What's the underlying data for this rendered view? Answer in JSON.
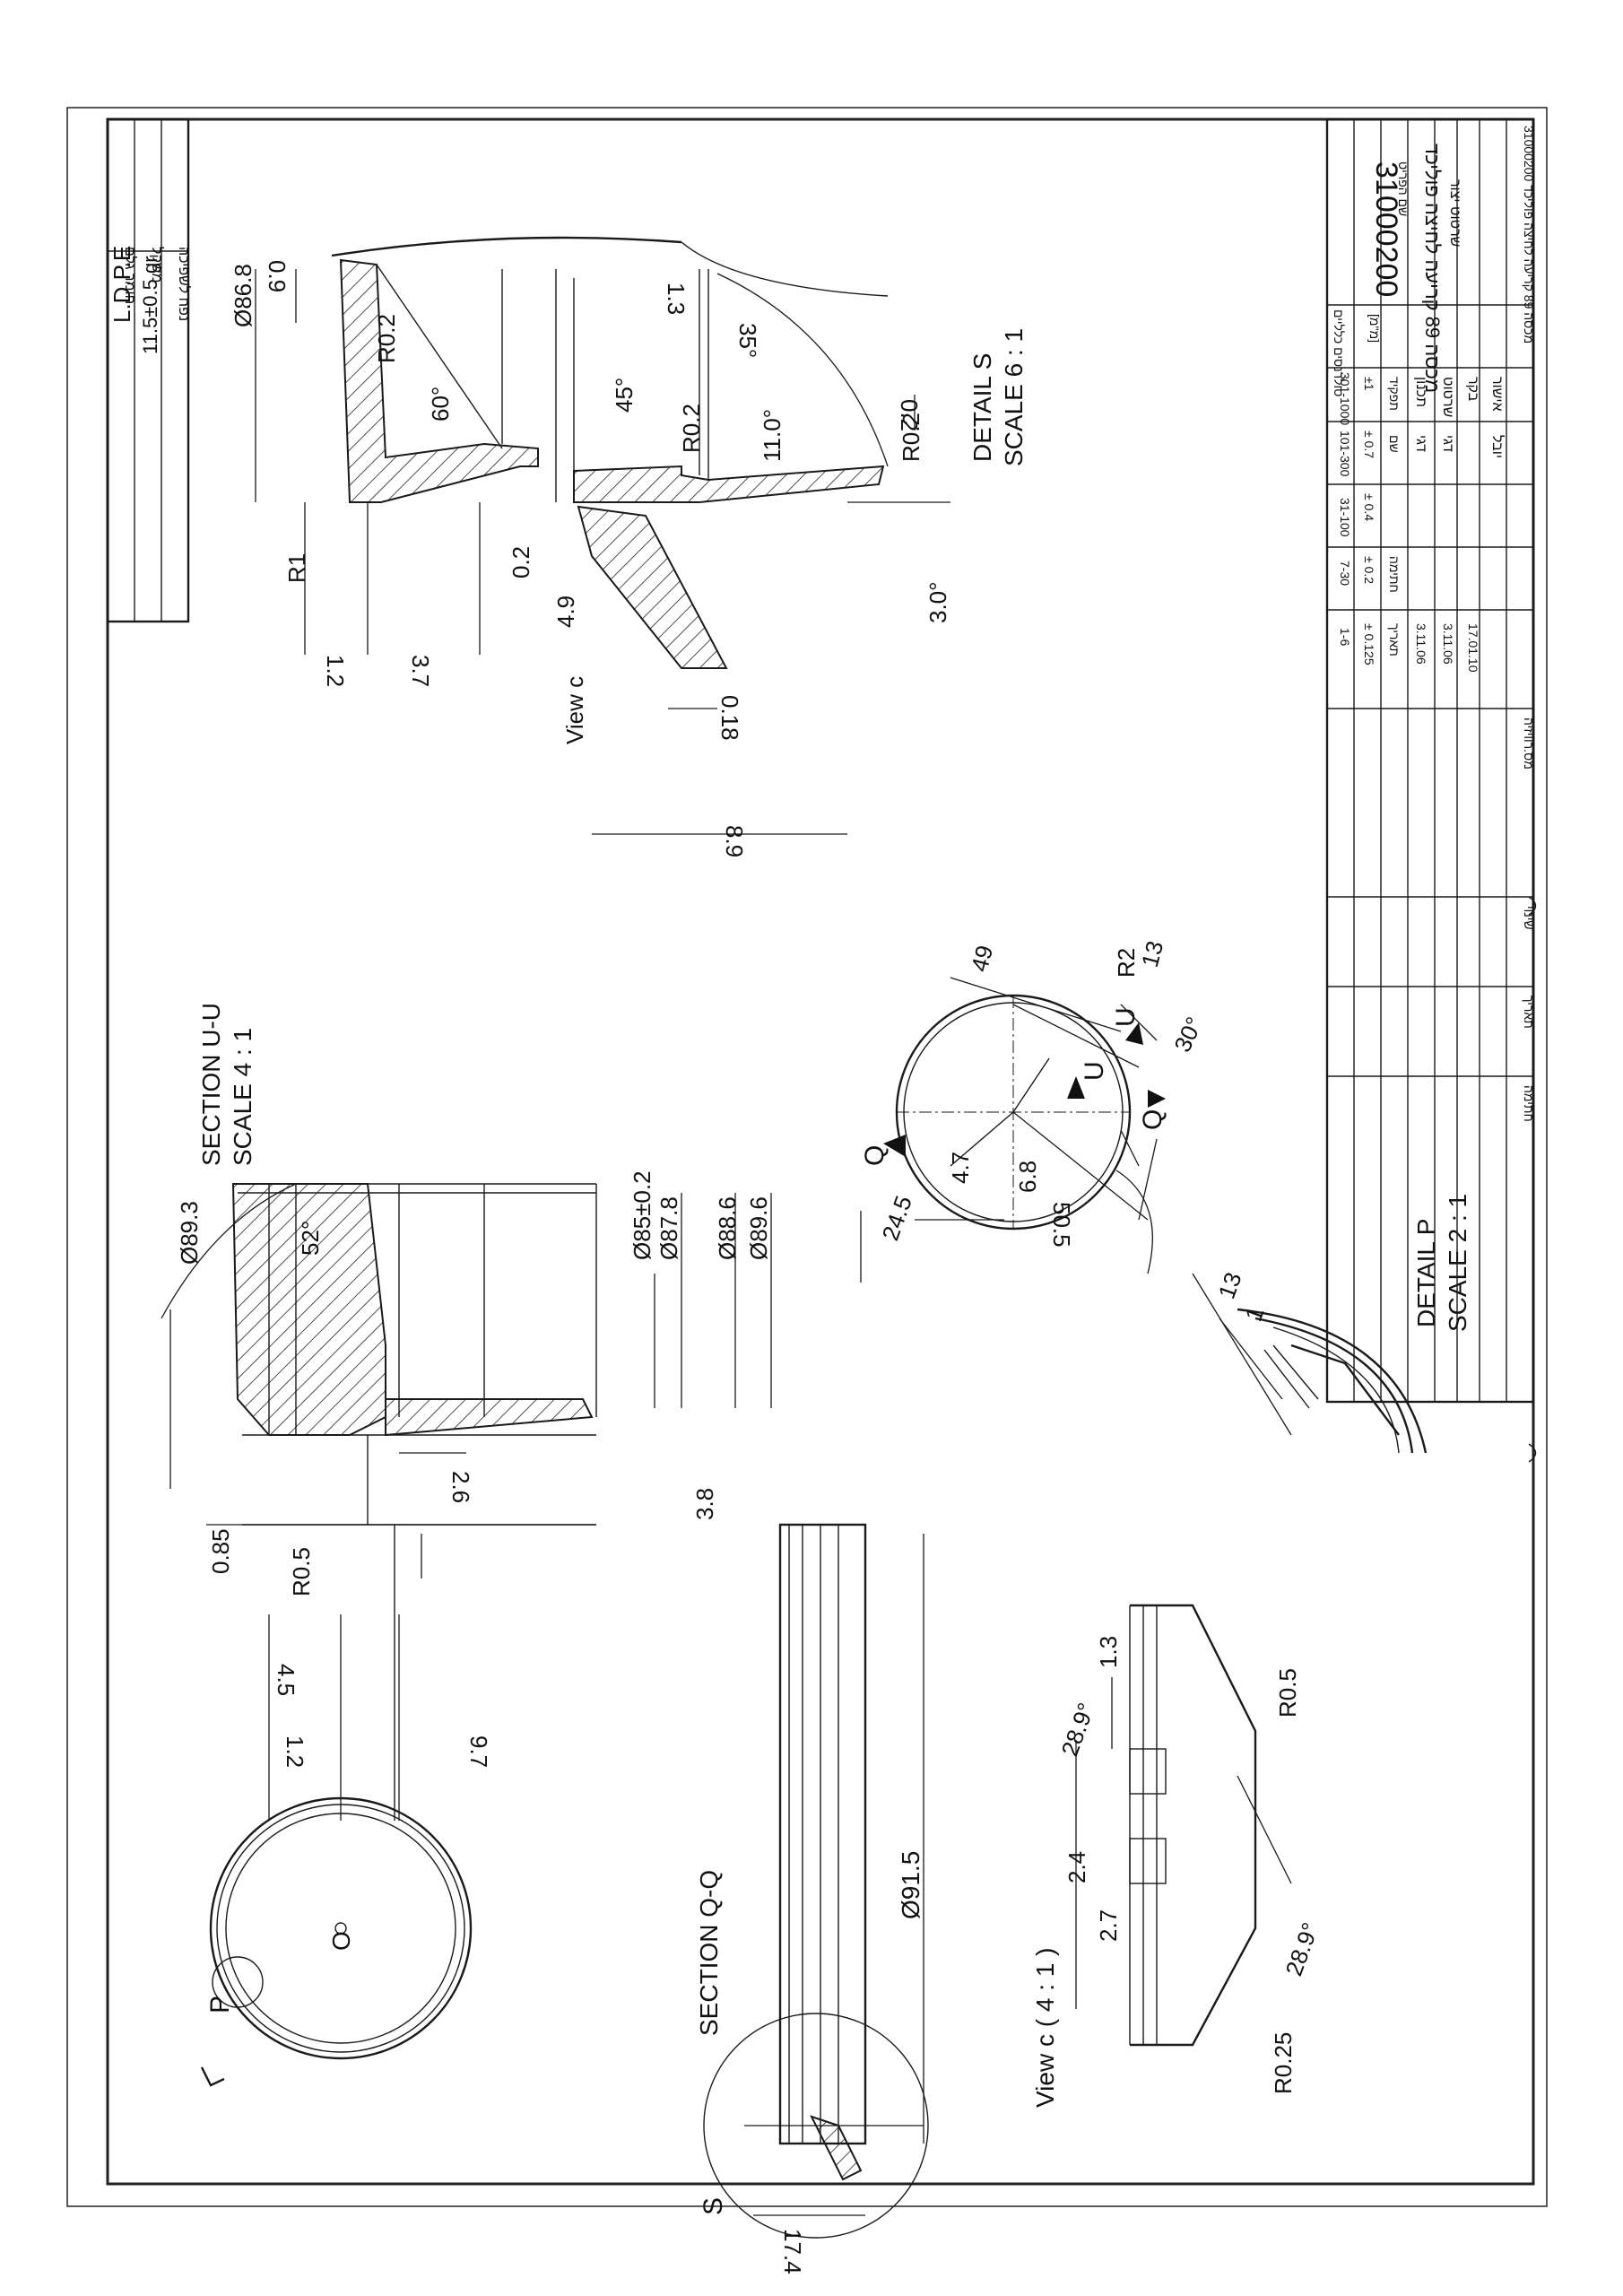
{
  "material_box": {
    "material_label": "חומר גלם",
    "weight_label": "משקל",
    "volume_label": "נפח לשפיכה",
    "material": "L.D.P.E",
    "weight": "11.5±0.5 gr"
  },
  "detail_s": {
    "title": "DETAIL S",
    "scale": "SCALE 6 : 1",
    "dims": {
      "d86_8": "Ø86.8",
      "d0_9": "0.9",
      "r0_2a": "R0.2",
      "a60": "60°",
      "a45": "45°",
      "r0_2b": "R0.2",
      "d1_3": "1.3",
      "a35": "35°",
      "a11": "11.0°",
      "d0_2b": "0.2",
      "r0_2c": "R0.2",
      "r1": "R1",
      "d0_2": "0.2",
      "d4_9": "4.9",
      "a3": "3.0°",
      "d1_2": "1.2",
      "d3_7": "3.7",
      "d0_18": "0.18",
      "d8_9": "8.9",
      "view_c": "View c"
    }
  },
  "section_uu": {
    "title": "SECTION U-U",
    "scale": "SCALE 4 : 1",
    "dims": {
      "d89_3": "Ø89.3",
      "a52": "52°",
      "d85": "Ø85±0.2",
      "d87_8": "Ø87.8",
      "d88_6": "Ø88.6",
      "d89_6": "Ø89.6",
      "d0_85": "0.85",
      "r0_5": "R0.5",
      "d2_6": "2.6",
      "d3_8": "3.8",
      "d4_5": "4.5",
      "d1_2": "1.2",
      "d9_7": "9.7"
    }
  },
  "top_view": {
    "dims": {
      "d49": "49",
      "r2": "R2",
      "d13": "13",
      "a30": "30°",
      "d24_5": "24.5",
      "d4_7": "4.7",
      "d6_8": "6.8",
      "d50_5": "50.5",
      "q": "Q",
      "u": "U"
    }
  },
  "section_qq": {
    "title": "SECTION Q-Q",
    "dims": {
      "d91_5": "Ø91.5",
      "d17_4": "17.4",
      "s": "S"
    }
  },
  "detail_p": {
    "title": "DETAIL P",
    "scale": "SCALE 2 : 1",
    "dims": {
      "d13": "13",
      "d1": "1"
    }
  },
  "view_c": {
    "title": "View c ( 4 : 1 )",
    "dims": {
      "a28_9a": "28.9°",
      "d1_3": "1.3",
      "r0_5": "R0.5",
      "d2_4": "2.4",
      "d2_7": "2.7",
      "a28_9b": "28.9°",
      "r0_25": "R0.25"
    }
  },
  "plan_view": {
    "label_p": "P",
    "label_o": "O"
  },
  "title_block": {
    "part_number": "31000200",
    "name_label": "שם הפריט",
    "part_name": "מכסה 89 קריעה לחיצה פוליכד",
    "drawing_name": "שרטוט יצור",
    "project_line": "31000200 מכסה 89 קריעה לחיצה פוליכד",
    "tolerances": {
      "heading": "טולרנסים כלליים",
      "unit": "[מ\"מ]",
      "ranges": [
        "1-6",
        "7-30",
        "31-100",
        "101-300",
        "301-1000"
      ],
      "values": [
        "± 0.125",
        "± 0.2",
        "± 0.4",
        "± 0.7",
        "±1"
      ]
    },
    "table_headers": {
      "date": "תאריך",
      "signature": "חתימה",
      "name": "שם",
      "role": "תפקיד"
    },
    "rows": [
      {
        "role": "תכנון",
        "name": "דגי",
        "signature": "...",
        "date": "3.11.06"
      },
      {
        "role": "שרטוט",
        "name": "דגי",
        "signature": "...",
        "date": "3.11.06"
      },
      {
        "role": "בקר",
        "name": "...",
        "signature": "...",
        "date": "17.01.10"
      },
      {
        "role": "אישור",
        "name": "יובל",
        "signature": "",
        "date": ""
      }
    ],
    "revision_headers": {
      "revision": "מס.רוויזיה",
      "change": "שינוי",
      "date": "תאריך",
      "signature": "חתימה",
      "sheet": "גליון"
    }
  }
}
